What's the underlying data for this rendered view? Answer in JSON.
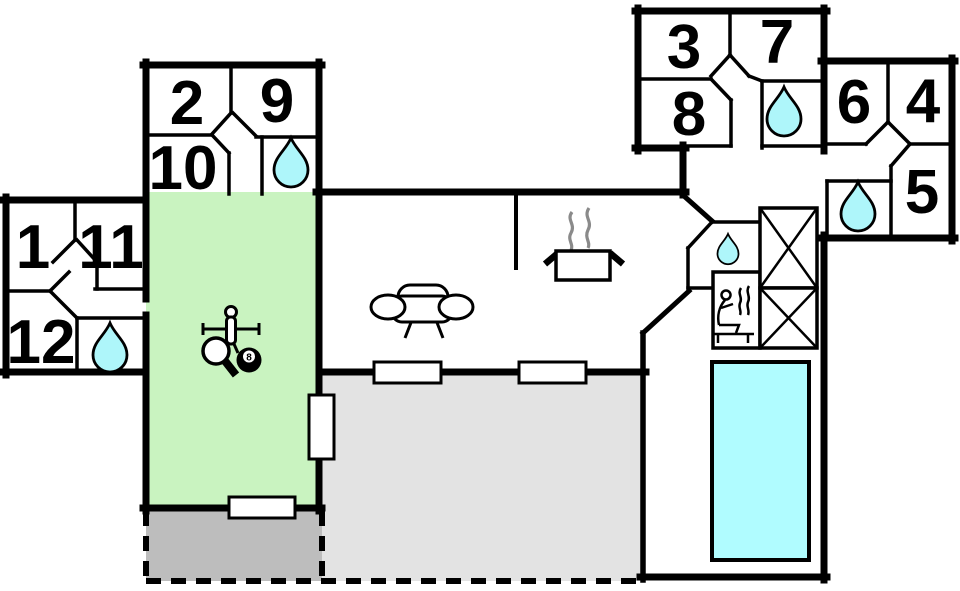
{
  "colors": {
    "wall": "#000000",
    "room_fill": "#ffffff",
    "game_room": "#c9f3c0",
    "water": "#aef6fa",
    "pool_water": "#b0fcff",
    "terrace_covered": "#e3e3e3",
    "terrace_open": "#bdbdbd",
    "steam": "#8a8a8a"
  },
  "room_labels": {
    "r1": "1",
    "r2": "2",
    "r3": "3",
    "r4": "4",
    "r5": "5",
    "r6": "6",
    "r7": "7",
    "r8": "8",
    "r9": "9",
    "r10": "10",
    "r11": "11",
    "r12": "12"
  },
  "billiard_ball": "8",
  "features": {
    "bathroom_icon": "water-drop",
    "kitchen_icon": "pot-with-steam",
    "living_icon": "sofa",
    "sauna_icon": "person-with-steam",
    "pool": "swimming-pool",
    "storage_icon": "crossed-rectangle",
    "game_icons": [
      "foosball-player",
      "table-tennis-paddle",
      "billiard-8-ball"
    ],
    "terrace_style": "dashed-open-edges"
  }
}
